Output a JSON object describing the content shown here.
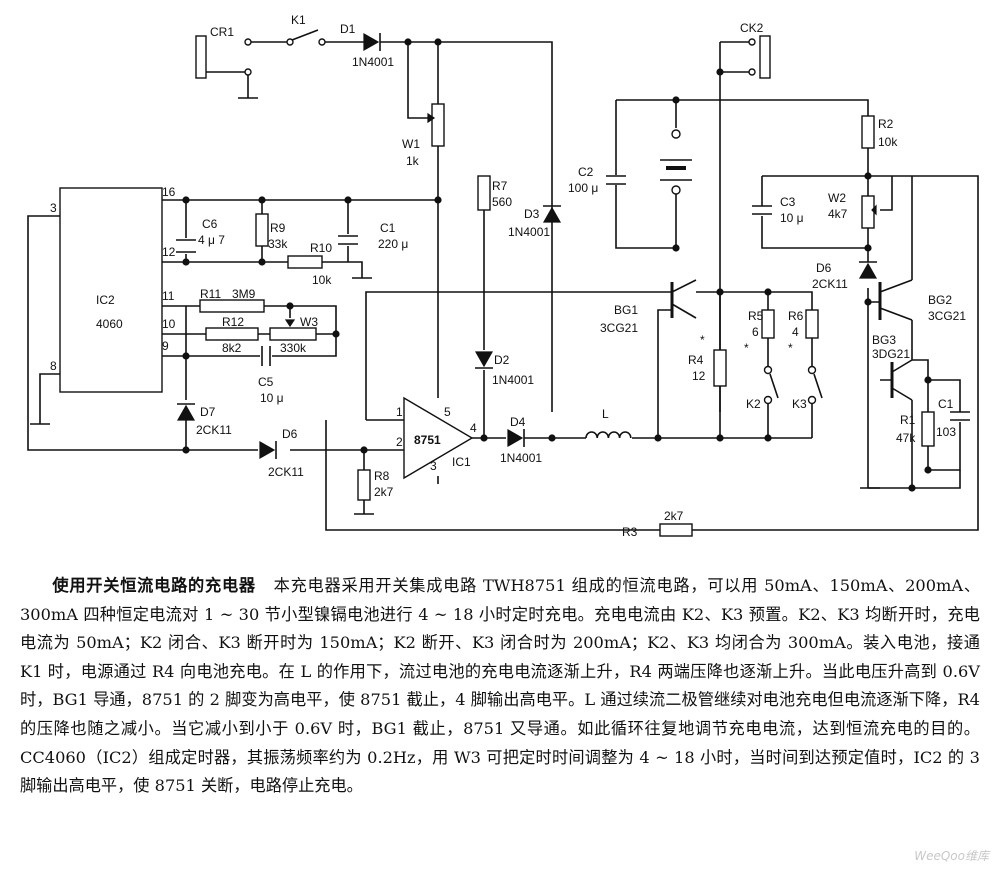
{
  "labels": {
    "cr1": "CR1",
    "k1": "K1",
    "d1": "D1",
    "d1p": "1N4001",
    "ck2": "CK2",
    "w1": "W1",
    "w1v": "1k",
    "r2": "R2",
    "r2v": "10k",
    "r7": "R7",
    "r7v": "560",
    "d3": "D3",
    "d3p": "1N4001",
    "c2": "C2",
    "c2v": "100 μ",
    "c3": "C3",
    "c3v": "10 μ",
    "w2": "W2",
    "w2v": "4k7",
    "pin16": "16",
    "pin12": "12",
    "pin11": "11",
    "pin10": "10",
    "pin9": "9",
    "pin3": "3",
    "pin8": "8",
    "ic2": "IC2",
    "ic2p": "4060",
    "c6": "C6",
    "c6v": "4 μ 7",
    "r9": "R9",
    "r9v": "33k",
    "c1": "C1",
    "c1v": "220 μ",
    "r10": "R10",
    "r10v": "10k",
    "d6a": "D6",
    "d6ap": "2CK11",
    "bg2": "BG2",
    "bg2p": "3CG21",
    "r11": "R11",
    "r11v": "3M9",
    "bg1": "BG1",
    "bg1p": "3CG21",
    "r5": "R5",
    "r5v": "6",
    "r6": "R6",
    "r6v": "4",
    "r12": "R12",
    "r12v": "8k2",
    "w3": "W3",
    "w3v": "330k",
    "bg3": "BG3",
    "bg3p": "3DG21",
    "r4": "R4",
    "r4v": "12",
    "c5": "C5",
    "c5v": "10 μ",
    "d2": "D2",
    "d2p": "1N4001",
    "k2": "K2",
    "k3": "K3",
    "r1": "R1",
    "r1v": "47k",
    "c1b": "C1",
    "c1bv": "103",
    "d7": "D7",
    "d7p": "2CK11",
    "d4": "D4",
    "d4p": "1N4001",
    "L": "L",
    "d6": "D6",
    "d6p": "2CK11",
    "ic1": "IC1",
    "ic1p": "8751",
    "r8": "R8",
    "r8v": "2k7",
    "r3": "R3",
    "r3v": "2k7",
    "p1": "1",
    "p2": "2",
    "p3": "3",
    "p4": "4",
    "p5": "5",
    "star": "*"
  },
  "description": {
    "title": "使用开关恒流电路的充电器",
    "body": "本充电器采用开关集成电路 TWH8751 组成的恒流电路，可以用 50mA、150mA、200mA、300mA 四种恒定电流对 1 ~ 30 节小型镍镉电池进行 4 ~ 18 小时定时充电。充电电流由 K2、K3 预置。K2、K3 均断开时，充电电流为 50mA；K2 闭合、K3 断开时为 150mA；K2 断开、K3 闭合时为 200mA；K2、K3 均闭合为 300mA。装入电池，接通 K1 时，电源通过 R4 向电池充电。在 L 的作用下，流过电池的充电电流逐渐上升，R4 两端压降也逐渐上升。当此电压升高到 0.6V 时，BG1 导通，8751 的 2 脚变为高电平，使 8751 截止，4 脚输出高电平。L 通过续流二极管继续对电池充电但电流逐渐下降，R4 的压降也随之减小。当它减小到小于 0.6V 时，BG1 截止，8751 又导通。如此循环往复地调节充电电流，达到恒流充电的目的。CC4060（IC2）组成定时器，其振荡频率约为 0.2Hz，用 W3 可把定时时间调整为 4 ~ 18 小时，当时间到达预定值时，IC2 的 3 脚输出高电平，使 8751 关断，电路停止充电。"
  },
  "watermark": "WeeQoo维库"
}
